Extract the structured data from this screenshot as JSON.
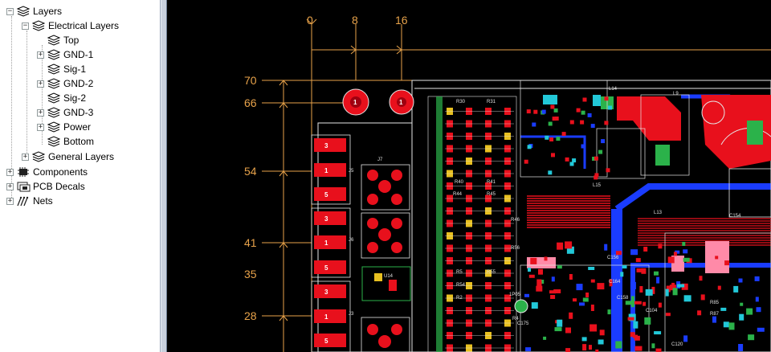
{
  "tree": {
    "layers": "Layers",
    "electrical_layers": "Electrical Layers",
    "top": "Top",
    "gnd1": "GND-1",
    "sig1": "Sig-1",
    "gnd2": "GND-2",
    "sig2": "Sig-2",
    "gnd3": "GND-3",
    "power": "Power",
    "bottom": "Bottom",
    "general_layers": "General Layers",
    "components": "Components",
    "pcb_decals": "PCB Decals",
    "nets": "Nets"
  },
  "ruler": {
    "x_ticks": [
      "0",
      "8",
      "16"
    ],
    "y_ticks": [
      "70",
      "66",
      "54",
      "41",
      "35",
      "28"
    ]
  },
  "pins": {
    "big_pad": "1",
    "connector_pins": [
      "3",
      "1",
      "5",
      "3",
      "1",
      "5",
      "3",
      "1",
      "5"
    ]
  },
  "refdes": [
    "J7",
    "J6",
    "J5",
    "J3",
    "U14",
    "R30",
    "R31",
    "R40",
    "R41",
    "R44",
    "R45",
    "R46",
    "R56",
    "R5",
    "R55",
    "R54",
    "R2",
    "R4",
    "R85",
    "R87",
    "L14",
    "L13",
    "L15",
    "L9",
    "C156",
    "C164",
    "C154",
    "C158",
    "C104",
    "C120",
    "1P05",
    "C175"
  ],
  "colors": {
    "background": "#000000",
    "ruler": "#e7a24a",
    "pad_red": "#e8101c",
    "trace_blue": "#1a3cff",
    "outline_white": "#e6e6e6",
    "green_copper": "#2bb24a",
    "pink_fill": "#ff8aa8",
    "cyan": "#22c8d8"
  }
}
